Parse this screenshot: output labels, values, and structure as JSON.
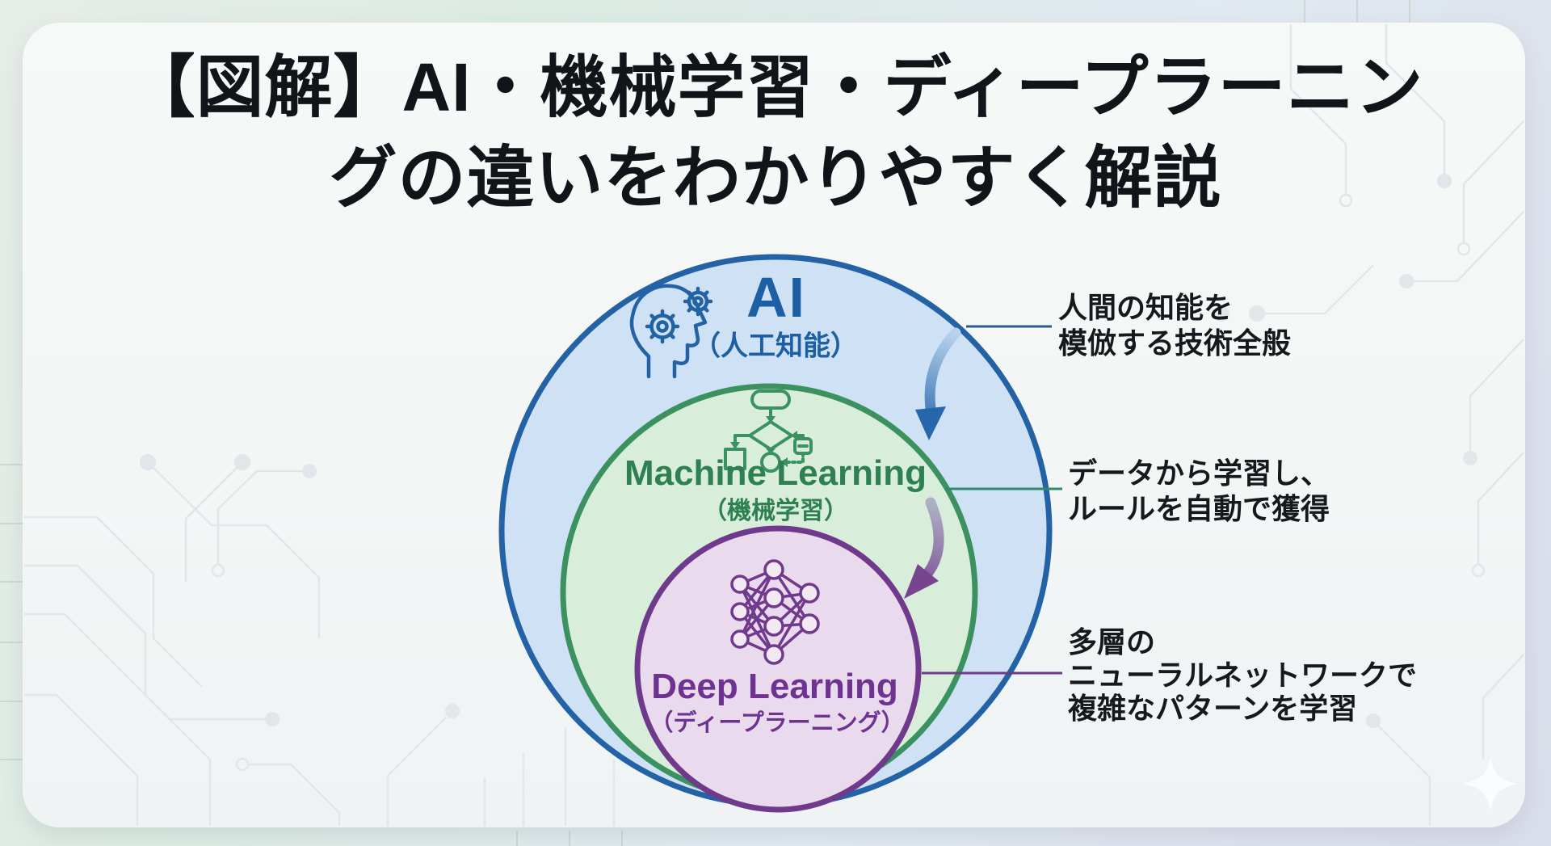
{
  "title": {
    "line1": "【図解】AI・機械学習・ディープラーニン",
    "line2": "グの違いをわかりやすく解説"
  },
  "diagram": {
    "type": "nested-venn",
    "circles": [
      {
        "id": "ai",
        "label": "AI",
        "sublabel": "（人工知能）",
        "icon": "head-with-gears-icon"
      },
      {
        "id": "ml",
        "label": "Machine Learning",
        "sublabel": "（機械学習）",
        "icon": "flowchart-icon"
      },
      {
        "id": "dl",
        "label": "Deep Learning",
        "sublabel": "（ディープラーニング）",
        "icon": "neural-network-icon"
      }
    ]
  },
  "annotations": [
    {
      "target": "ai",
      "lines": [
        "人間の知能を",
        "模倣する技術全般"
      ]
    },
    {
      "target": "ml",
      "lines": [
        "データから学習し、",
        "ルールを自動で獲得"
      ]
    },
    {
      "target": "dl",
      "lines": [
        "多層の",
        "ニューラルネットワークで",
        "複雑なパターンを学習"
      ]
    }
  ],
  "decorations": {
    "icons": [
      "head-with-gears-icon",
      "flowchart-icon",
      "neural-network-icon",
      "sparkle-icon",
      "circuit-traces"
    ]
  },
  "colors": {
    "page_bg_a": "#e7ede8",
    "page_bg_b": "#dcebe2",
    "page_bg_c": "#e1e9f1",
    "page_bg_d": "#d9deea",
    "card_bg": "#f4f6f6",
    "title_text": "#10151a",
    "annotation_text": "#15181c",
    "ai_fill": "#cfe2f5",
    "ai_stroke": "#2363a5",
    "ai_text": "#1d5fa4",
    "ml_fill": "#d8eeda",
    "ml_stroke": "#3b9260",
    "ml_text": "#2e8050",
    "dl_fill": "#eadaee",
    "dl_stroke": "#6f3a8c",
    "dl_text": "#6e3390",
    "conn_ai": "#2a5d8f",
    "conn_ml": "#2e8c6e",
    "conn_dl": "#6f3a8c",
    "arrow_blue_start": "#b9d3ec",
    "arrow_blue_end": "#2766ab",
    "arrow_purple_start": "#adb1c6",
    "arrow_purple_end": "#77448f",
    "trace": "#e2e6ea",
    "trace_outer": "#ccd8d3",
    "sparkle": "#fbfcfd"
  }
}
